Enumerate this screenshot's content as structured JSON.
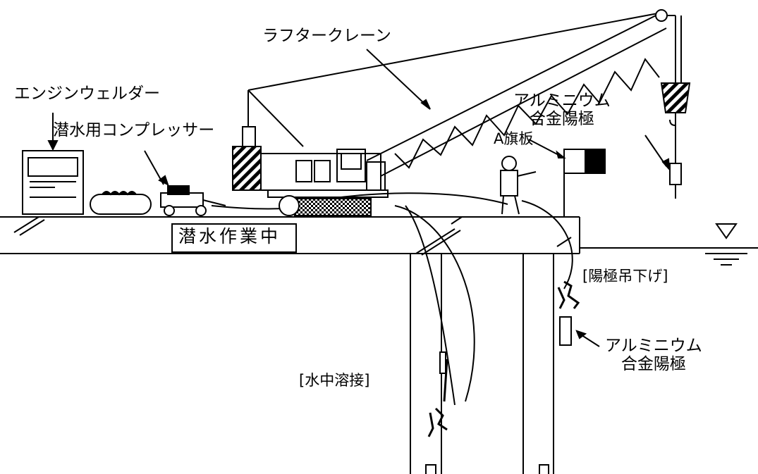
{
  "labels": {
    "rough_terrain_crane": "ラフタークレーン",
    "engine_welder": "エンジンウェルダー",
    "diving_compressor": "潜水用コンプレッサー",
    "aluminum_anode_top_line1": "アルミニウム",
    "aluminum_anode_top_line2": "合金陽極",
    "flag_board": "A旗板",
    "diving_in_progress_sign": "潜水作業中",
    "anode_suspension": "[陽極吊下げ]",
    "aluminum_anode_side_line1": "アルミニウム",
    "aluminum_anode_side_line2": "合金陽極",
    "underwater_welding": "[水中溶接]"
  },
  "colors": {
    "line": "#000000",
    "background": "#ffffff"
  },
  "icons": [
    "crane-icon",
    "engine-welder-icon",
    "compressor-icon",
    "hose-reel-icon",
    "worker-icon",
    "flag-icon",
    "hook-icon",
    "anode-icon",
    "diver-icon",
    "water-level-icon"
  ]
}
